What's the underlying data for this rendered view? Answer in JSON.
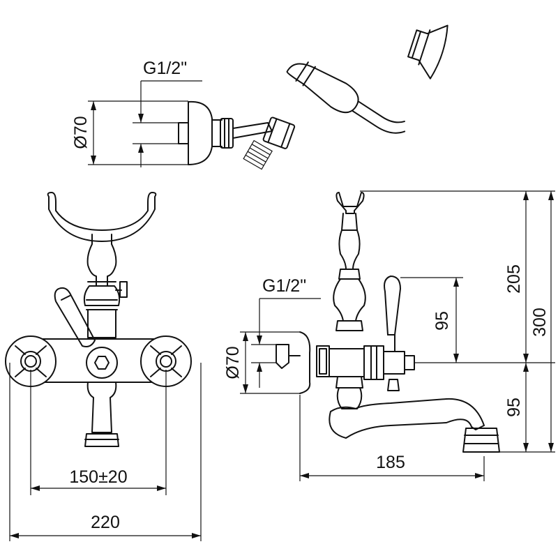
{
  "title": "Wall-mounted bath mixer with hand shower - dimensional drawing",
  "colors": {
    "line": "#111111",
    "background": "#ffffff"
  },
  "top_view": {
    "thread_label": "G1/2\"",
    "diameter_label": "Ø70"
  },
  "front_view": {
    "width_label": "220",
    "centers_label": "150±20"
  },
  "side_view": {
    "thread_label": "G1/2\"",
    "diameter_label": "Ø70",
    "projection_label": "185",
    "height_total_label": "300",
    "height_upper_label": "205",
    "handle_offset_label": "95",
    "spout_drop_label": "95"
  }
}
